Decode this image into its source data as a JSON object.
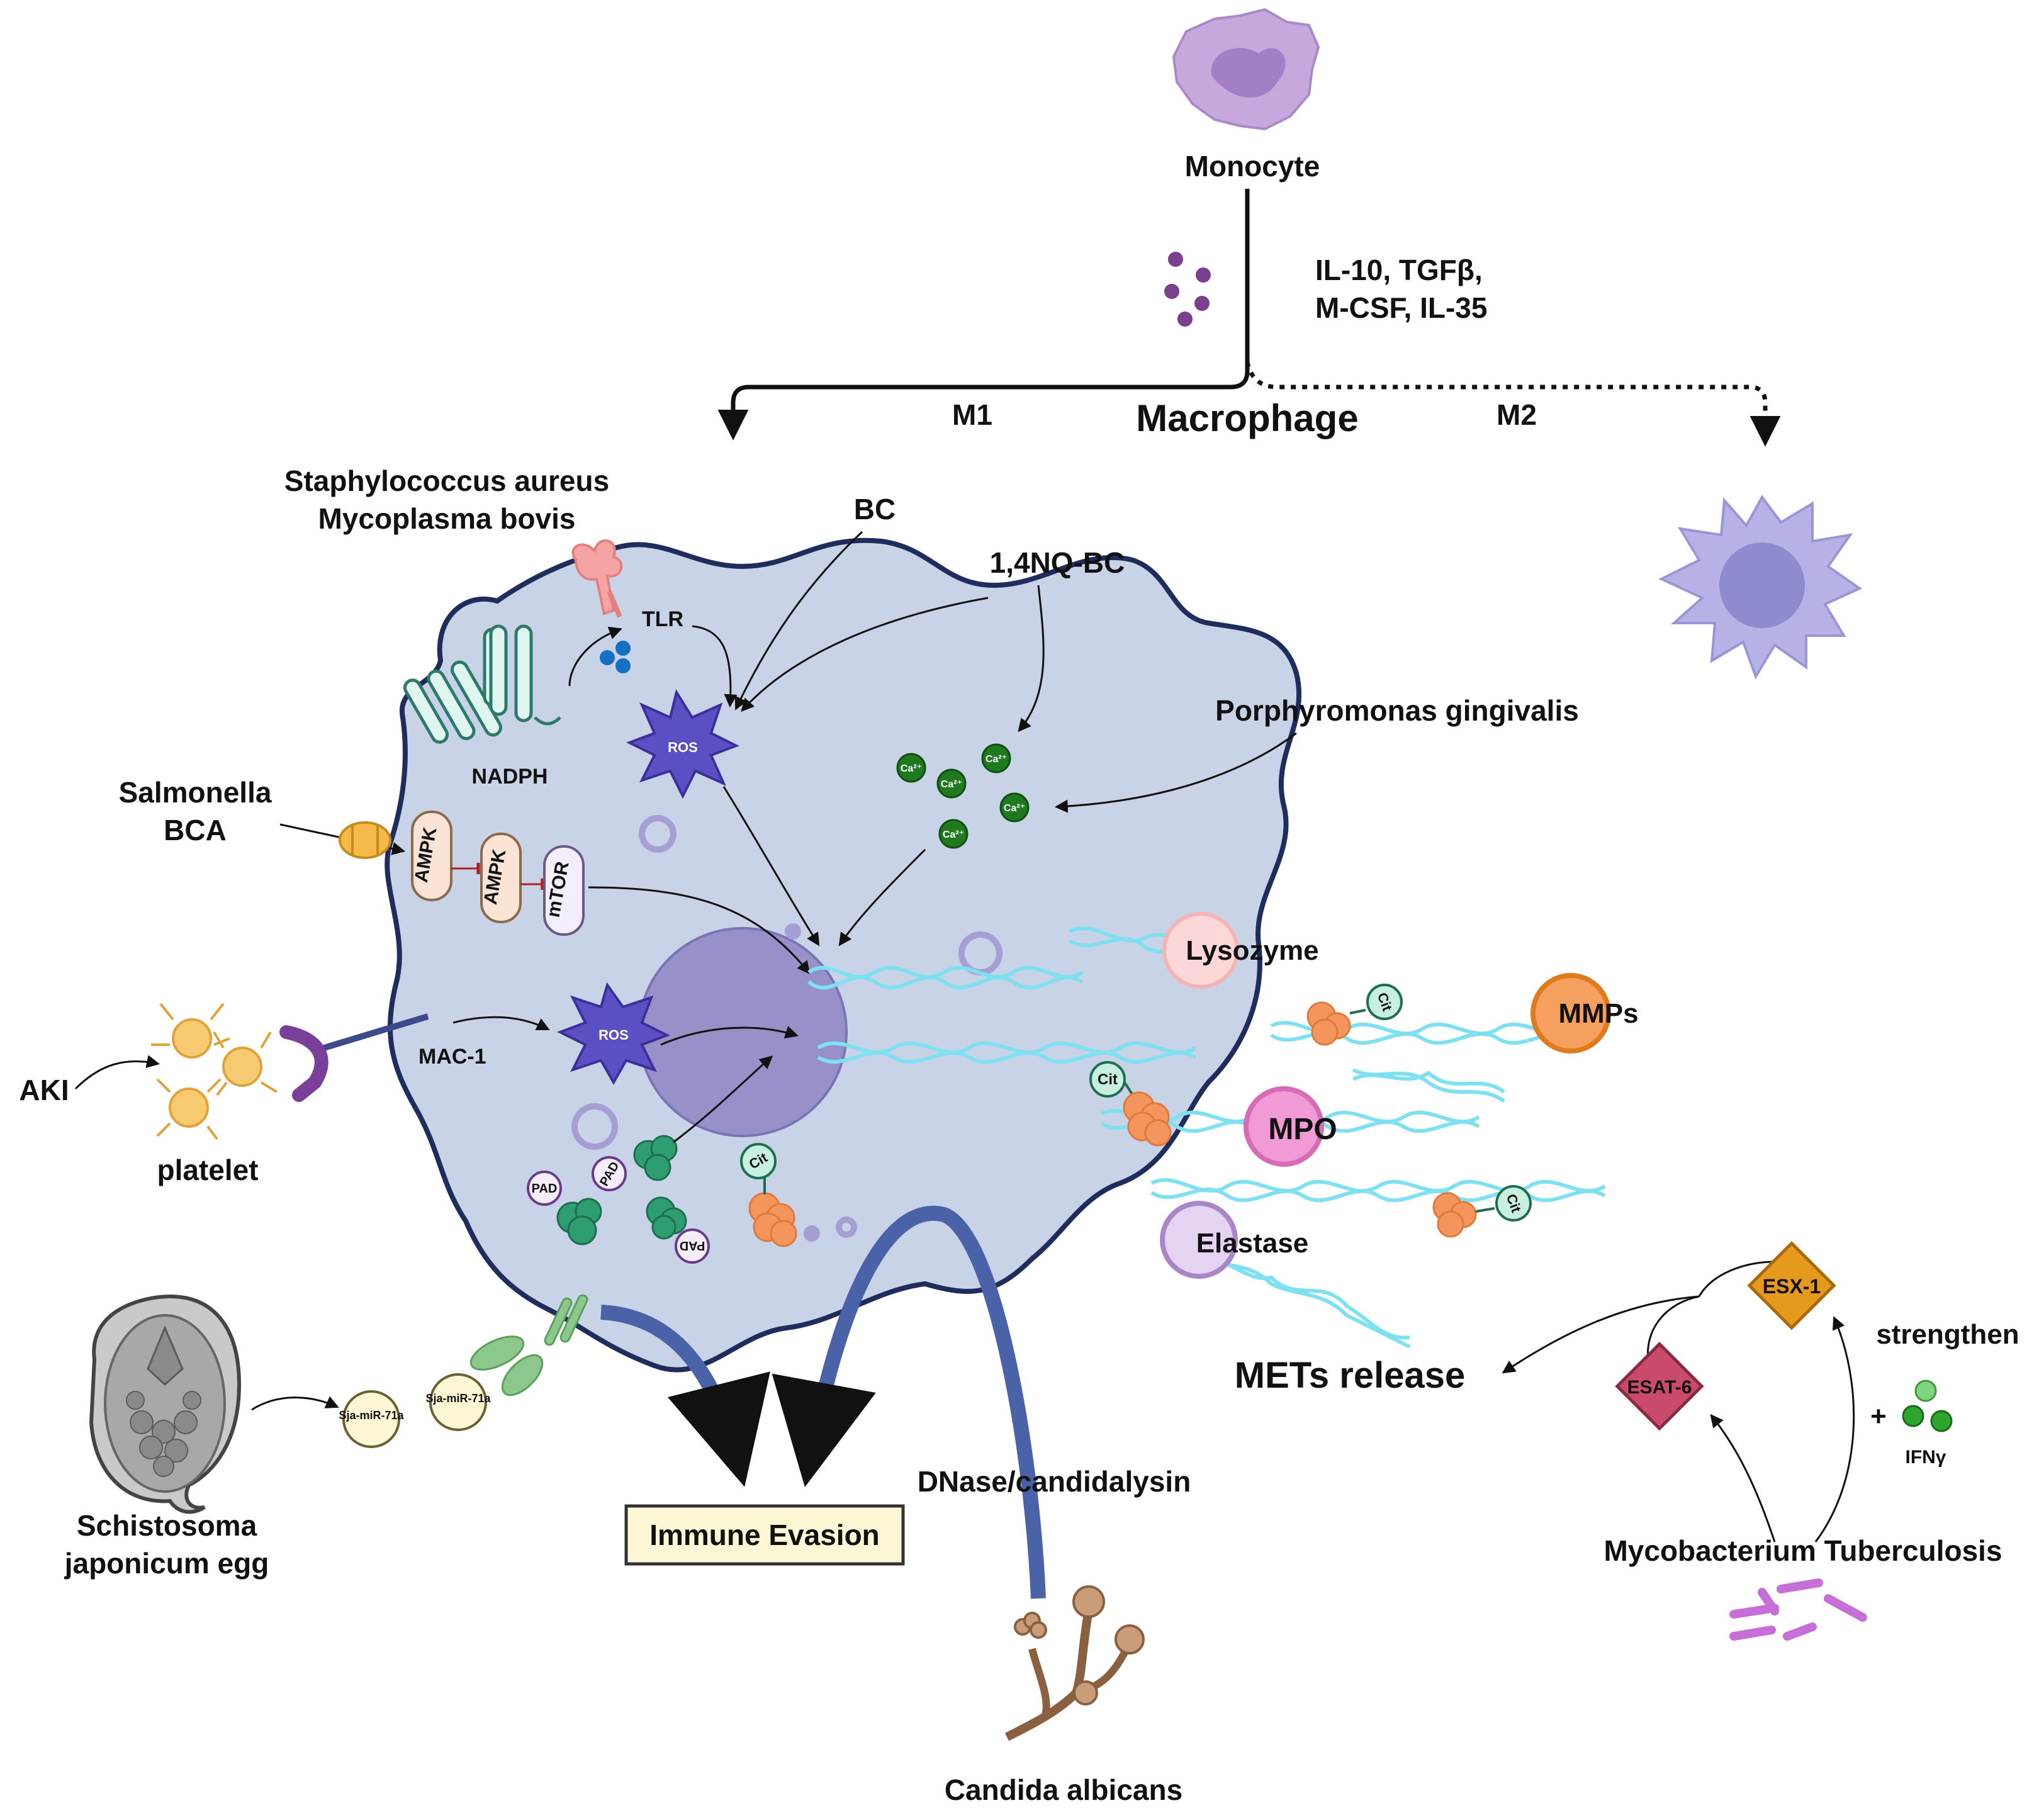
{
  "labels": {
    "monocyte": "Monocyte",
    "cytokines_line1": "IL-10, TGFβ,",
    "cytokines_line2": "M-CSF, IL-35",
    "m1": "M1",
    "macrophage": "Macrophage",
    "m2": "M2",
    "staph_line1": "Staphylococcus aureus",
    "staph_line2": "Mycoplasma bovis",
    "bc": "BC",
    "nq_bc": "1,4NQ-BC",
    "tlr": "TLR",
    "nadph": "NADPH",
    "ros_top": "ROS",
    "ros_mid": "ROS",
    "porphyromonas": "Porphyromonas gingivalis",
    "ca": [
      "Ca²⁺",
      "Ca²⁺",
      "Ca²⁺",
      "Ca²⁺",
      "Ca²⁺"
    ],
    "salmonella_line1": "Salmonella",
    "salmonella_line2": "BCA",
    "ampk_1": "AMPK",
    "ampk_2": "AMPK",
    "mtor": "mTOR",
    "aki": "AKI",
    "platelet": "platelet",
    "mac1": "MAC-1",
    "pad": [
      "PAD",
      "PAD",
      "PAD"
    ],
    "cit": [
      "Cit",
      "Cit",
      "Cit",
      "Cit"
    ],
    "lysozyme": "Lysozyme",
    "mmps": "MMPs",
    "mpo": "MPO",
    "elastase": "Elastase",
    "mets_release": "METs release",
    "esx1": "ESX-1",
    "esat6": "ESAT-6",
    "strengthen": "strengthen",
    "plus": "+",
    "ifng": "IFNγ",
    "mtb": "Mycobacterium Tuberculosis",
    "schisto_line1": "Schistosoma",
    "schisto_line2": "japonicum egg",
    "sja_1": "Sja-miR-71a",
    "sja_2": "Sja-miR-71a",
    "immune_evasion": "Immune Evasion",
    "dnase": "DNase/candidalysin",
    "candida": "Candida albicans"
  },
  "colors": {
    "cell_fill": "#c9d3e8",
    "cell_stroke": "#1f2d5c",
    "nucleus": "#9891c9",
    "monocyte": "#c6a8dd",
    "m2_cell": "#b6b2e6",
    "ros": "#5b4fc4",
    "calcium": "#1f7a1f",
    "dna": "#7ee0f0",
    "immune_box": "#fbf6d3",
    "arrow_blue": "#4a62a8",
    "esx": "#e59a1e",
    "esat": "#c94a6a",
    "mtb": "#c66fd8"
  }
}
